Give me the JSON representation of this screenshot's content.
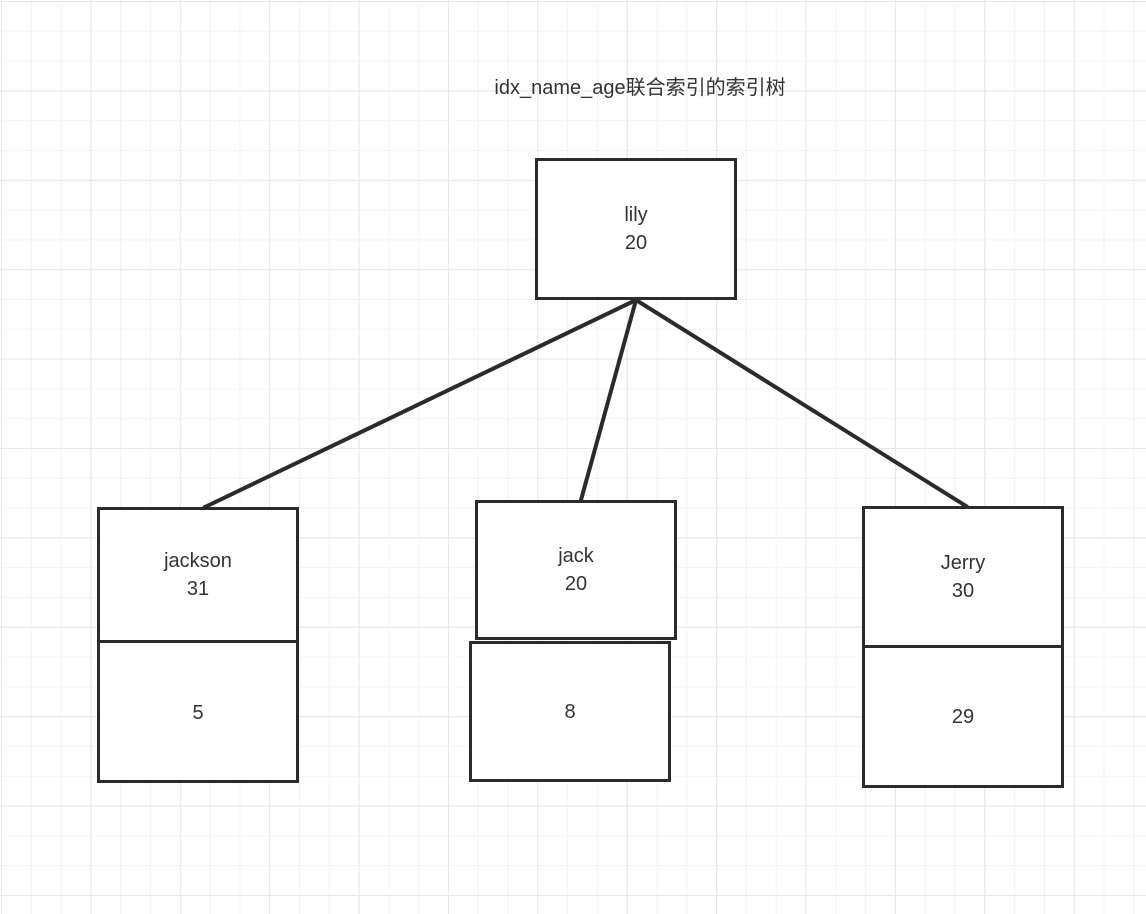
{
  "diagram": {
    "title": "idx_name_age联合索引的索引树",
    "type": "b-plus-tree-index",
    "colors": {
      "stroke": "#2b2b2b",
      "text": "#333333",
      "background": "#ffffff",
      "grid_minor": "#f3f3f3",
      "grid_major": "#e7e7e7"
    },
    "nodes": {
      "root": {
        "name_value": "lily",
        "age_value": "20"
      },
      "left": {
        "name_value": "jackson",
        "age_value": "31",
        "pk_value": "5"
      },
      "middle": {
        "name_value": "jack",
        "age_value": "20",
        "pk_value": "8"
      },
      "right": {
        "name_value": "Jerry",
        "age_value": "30",
        "pk_value": "29"
      }
    },
    "edges": [
      {
        "from": "root",
        "to": "left"
      },
      {
        "from": "root",
        "to": "middle"
      },
      {
        "from": "root",
        "to": "right"
      }
    ]
  }
}
